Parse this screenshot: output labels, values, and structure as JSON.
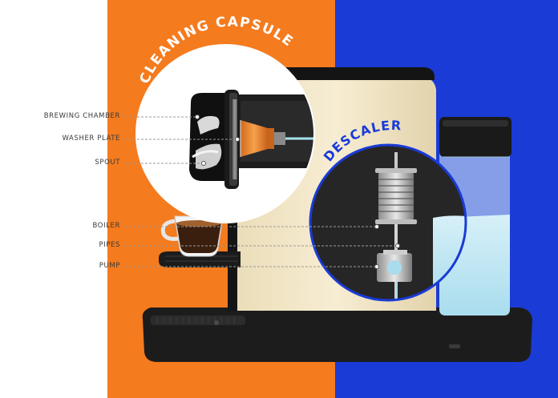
{
  "circles": {
    "cleaning_title": "CLEANING CAPSULE",
    "descaler_title": "DESCALER"
  },
  "callouts": [
    {
      "label": "BREWING CHAMBER"
    },
    {
      "label": "WASHER PLATE"
    },
    {
      "label": "SPOUT"
    },
    {
      "label": "BOILER"
    },
    {
      "label": "PIPES"
    },
    {
      "label": "PUMP"
    }
  ],
  "colors": {
    "orange": "#F47B1E",
    "blue": "#1A3BD6",
    "cream": "#F3E7C8",
    "machine_black": "#1C1C1C",
    "water": "#BFE6F2",
    "capsule": "#F08A2E"
  }
}
